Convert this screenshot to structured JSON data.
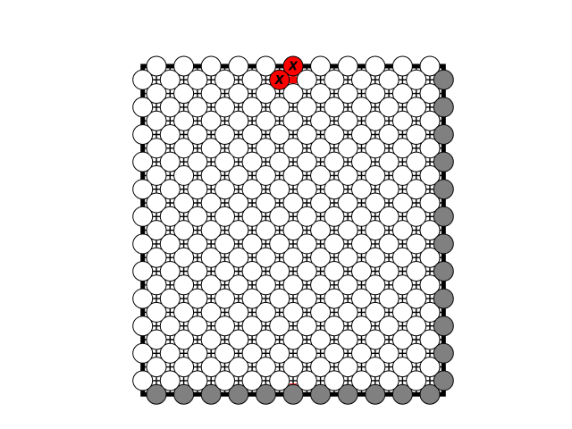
{
  "board": {
    "rows": 12,
    "cols": 11,
    "colors": {
      "background": "#ffffff",
      "bead": "#ffffff",
      "edge_bead": "#808080",
      "highlight": "#ff0000",
      "stroke": "#000000",
      "link": "#000000"
    },
    "edge_beads": {
      "right_column": true,
      "bottom_row": true
    },
    "marked_beads": [
      {
        "row": 0,
        "col": 5,
        "lattice": "A",
        "color": "#ff0000",
        "label": "X"
      },
      {
        "row": 0,
        "col": 5,
        "lattice": "B",
        "color": "#ff0000",
        "label": "X"
      }
    ],
    "highlighted_links": [
      {
        "row": 0,
        "col": 5,
        "side": "right",
        "color": "#ff0000"
      },
      {
        "row": 11,
        "col": 5,
        "side": "bottom",
        "color": "#ff0000"
      }
    ]
  }
}
